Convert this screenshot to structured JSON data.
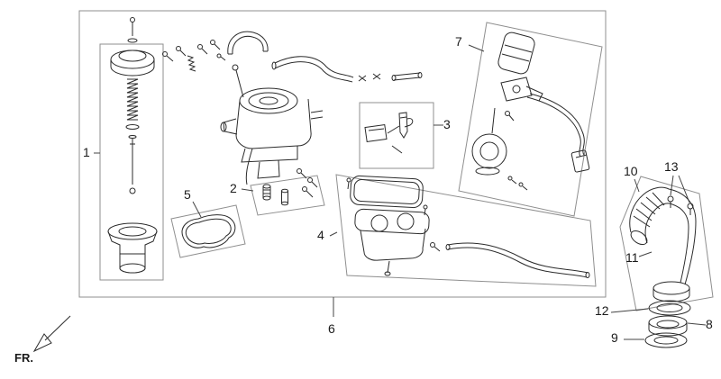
{
  "diagram": {
    "orientation_label": "FR.",
    "line_color": "#2b2b2b",
    "box_color": "#8f8f8f",
    "background": "#ffffff",
    "labels": [
      {
        "id": 1,
        "text": "1"
      },
      {
        "id": 2,
        "text": "2"
      },
      {
        "id": 3,
        "text": "3"
      },
      {
        "id": 4,
        "text": "4"
      },
      {
        "id": 5,
        "text": "5"
      },
      {
        "id": 6,
        "text": "6"
      },
      {
        "id": 7,
        "text": "7"
      },
      {
        "id": 8,
        "text": "8"
      },
      {
        "id": 9,
        "text": "9"
      },
      {
        "id": 10,
        "text": "10"
      },
      {
        "id": 11,
        "text": "11"
      },
      {
        "id": 12,
        "text": "12"
      },
      {
        "id": 13,
        "text": "13"
      }
    ]
  }
}
